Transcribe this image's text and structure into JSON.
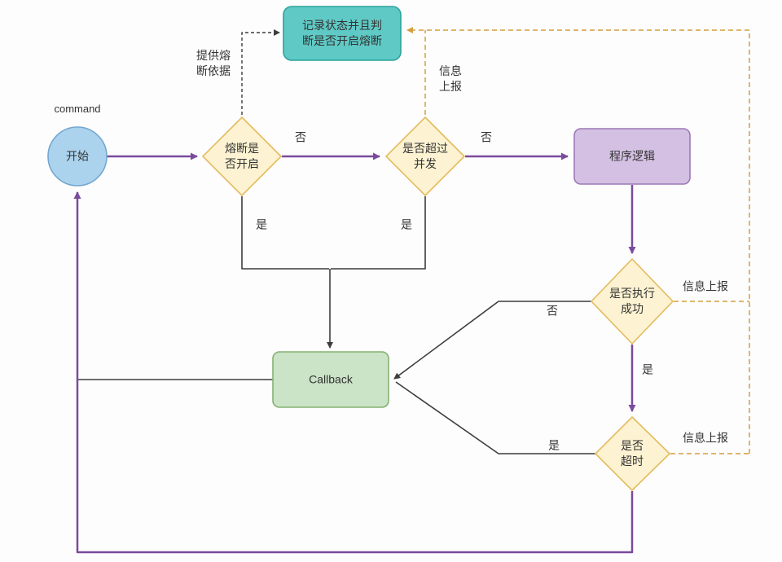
{
  "nodes": {
    "start": {
      "label": "开始"
    },
    "record": {
      "label": "记录状态并且判断是否开启熔断"
    },
    "fuse_check": {
      "label": "熔断是否开启"
    },
    "concurrency": {
      "label": "是否超过并发"
    },
    "logic": {
      "label": "程序逻辑"
    },
    "exec": {
      "label": "是否执行成功"
    },
    "callback": {
      "label": "Callback"
    },
    "timeout": {
      "label": "是否超时"
    }
  },
  "edge_labels": {
    "command": "command",
    "no_fuse": "否",
    "no_concurrency": "否",
    "yes_fuse": "是",
    "yes_concurrency": "是",
    "no_exec": "否",
    "yes_exec": "是",
    "yes_timeout": "是",
    "provide_basis": "提供熔断依据",
    "info_report_top": "信息上报",
    "info_report_mid": "信息上报",
    "info_report_bottom": "信息上报"
  },
  "colors": {
    "node_blue_fill": "#abd3ee",
    "node_blue_stroke": "#74a7cf",
    "node_teal_fill": "#5fc9c5",
    "node_teal_stroke": "#2ba39d",
    "node_yellow_fill": "#fdf3d2",
    "node_yellow_stroke": "#e3bb5e",
    "node_purple_fill": "#d3c0e2",
    "node_purple_stroke": "#9b78b7",
    "node_green_fill": "#cbe3c6",
    "node_green_stroke": "#84b173",
    "arrow_purple": "#7a4b9d",
    "line_dark": "#3d3d3d",
    "line_orange": "#d59f3d",
    "text": "#333333"
  }
}
